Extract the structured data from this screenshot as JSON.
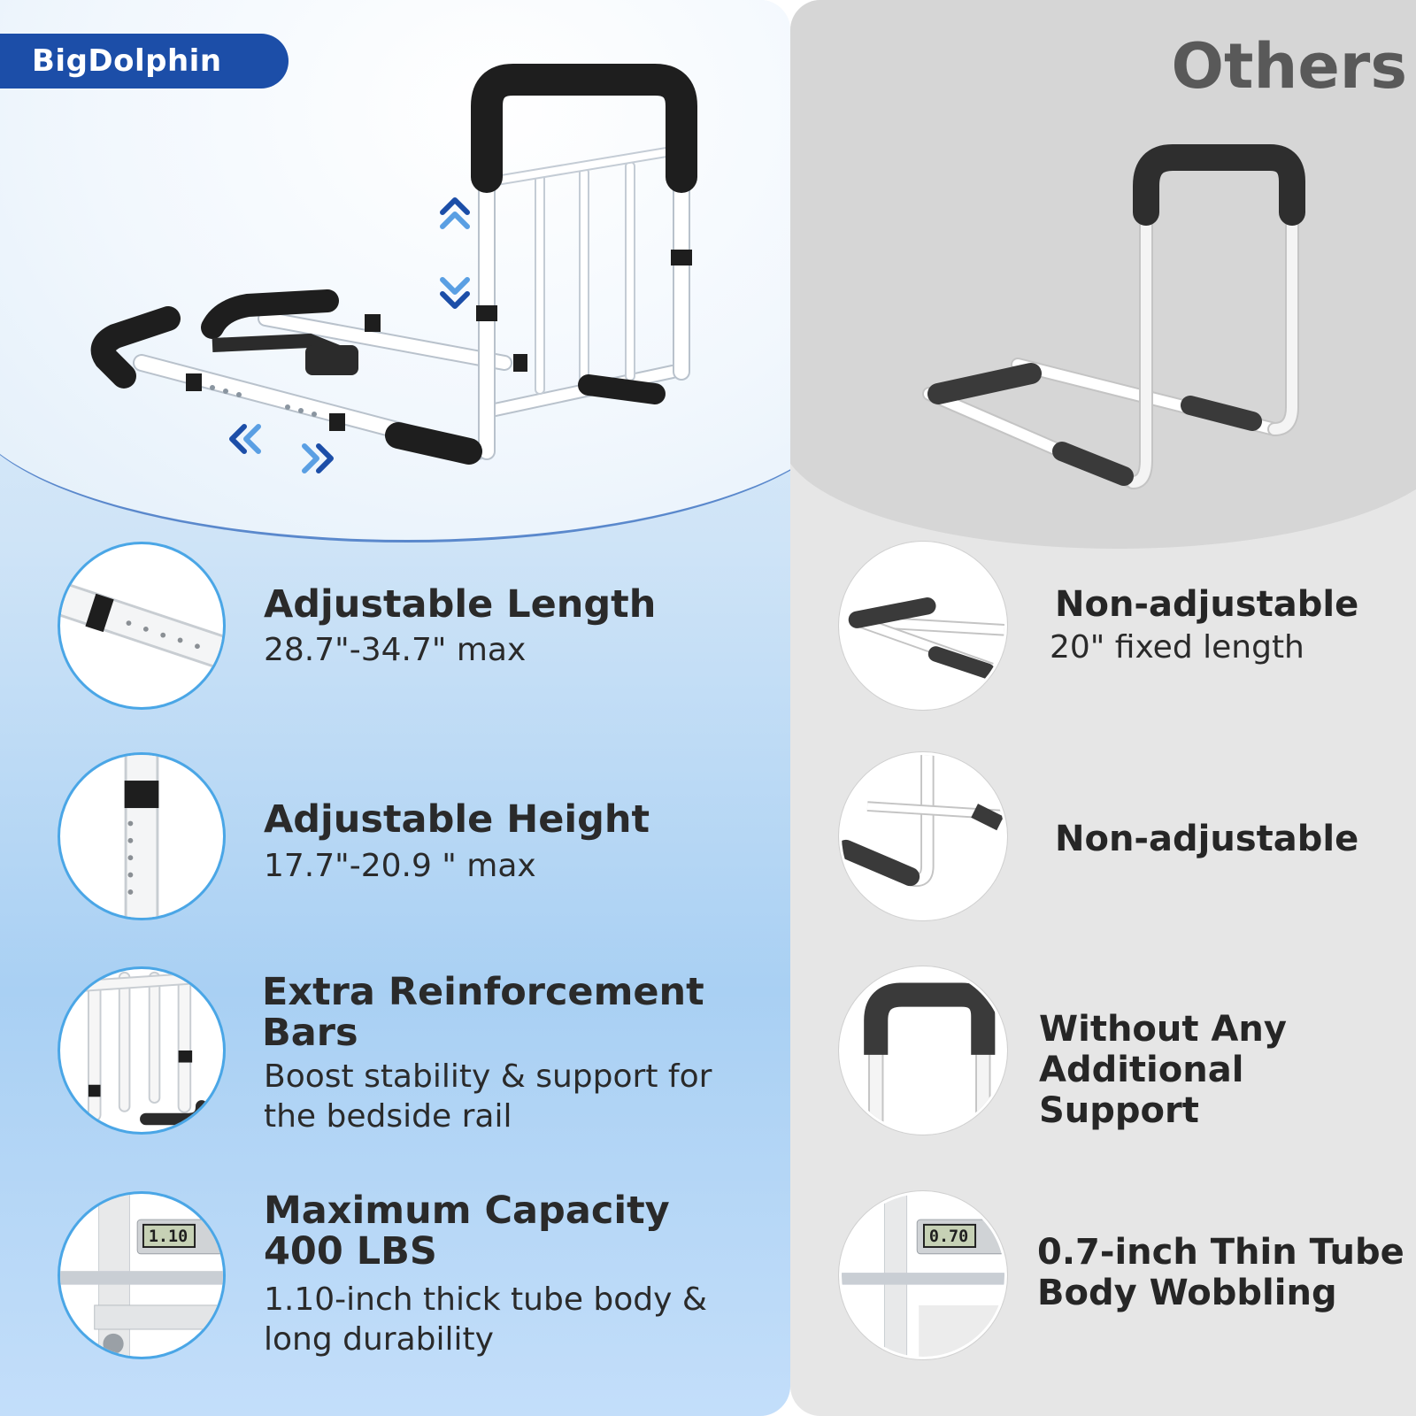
{
  "brand": {
    "name": "BigDolphin",
    "color": "#1c4ea8"
  },
  "comparison": {
    "others_label": "Others"
  },
  "icons": {
    "up": "double-chevron-up-icon",
    "down": "double-chevron-down-icon",
    "left": "double-chevron-left-icon",
    "right": "double-chevron-right-icon"
  },
  "features": [
    {
      "title": "Adjustable Length",
      "subtitle": "28.7\"-34.7\" max"
    },
    {
      "title": "Adjustable Height",
      "subtitle": "17.7\"-20.9 \" max"
    },
    {
      "title": "Extra Reinforcement Bars",
      "subtitle": "Boost stability & support for the bedside rail"
    },
    {
      "title": "Maximum Capacity 400 LBS",
      "subtitle": "1.10-inch thick tube body & long durability"
    }
  ],
  "others": [
    {
      "title": "Non-adjustable",
      "subtitle": "20\" fixed length"
    },
    {
      "title": "Non-adjustable",
      "subtitle": ""
    },
    {
      "title": "Without Any Additional Support",
      "subtitle": ""
    },
    {
      "title": "0.7-inch Thin Tube Body Wobbling",
      "subtitle": ""
    }
  ],
  "caliper_readings": {
    "ours": "1.10",
    "others": "0.70"
  },
  "colors": {
    "accent_blue": "#4aa6e6",
    "others_gray": "#595959"
  }
}
